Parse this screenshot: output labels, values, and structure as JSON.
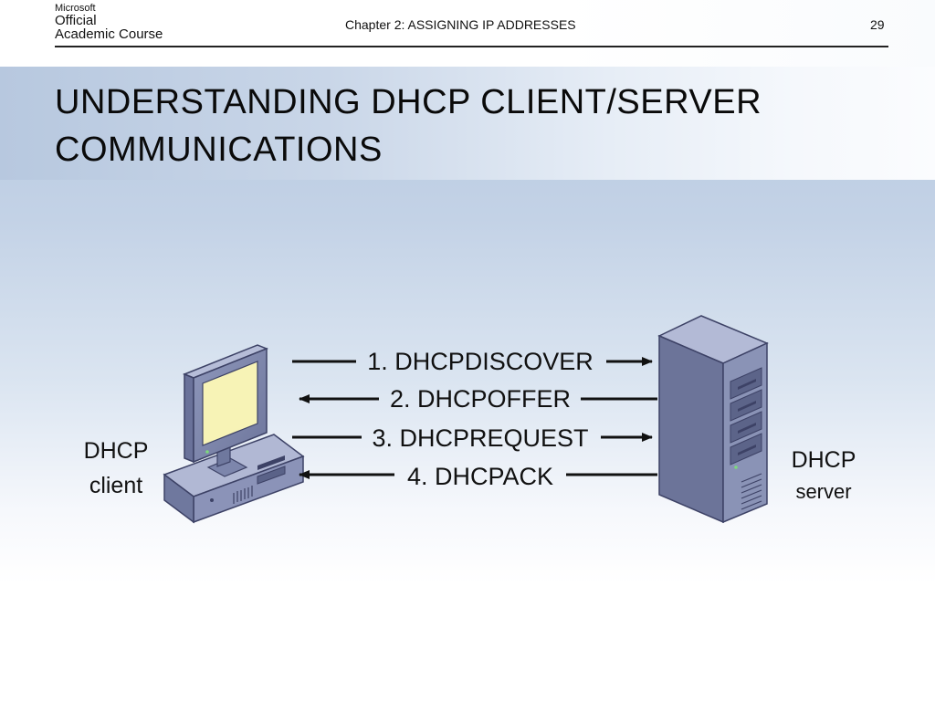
{
  "header": {
    "logo": {
      "line1": "Microsoft",
      "line2": "Official",
      "line3": "Academic Course"
    },
    "chapter": "Chapter 2: ASSIGNING IP ADDRESSES",
    "page_number": "29"
  },
  "slide": {
    "title_line1": "UNDERSTANDING DHCP CLIENT/SERVER",
    "title_line2": "COMMUNICATIONS"
  },
  "diagram": {
    "client": {
      "line1": "DHCP",
      "line2": "client",
      "icon": "desktop-computer-icon"
    },
    "server": {
      "line1": "DHCP",
      "line2": "server",
      "icon": "tower-server-icon"
    },
    "messages": [
      {
        "label": "1. DHCPDISCOVER",
        "direction": "to-server"
      },
      {
        "label": "2. DHCPOFFER",
        "direction": "to-client"
      },
      {
        "label": "3. DHCPREQUEST",
        "direction": "to-server"
      },
      {
        "label": "4. DHCPACK",
        "direction": "to-client"
      }
    ],
    "colors": {
      "arrow": "#111111",
      "screen": "#f7f3b6",
      "device_body": "#8a93b6"
    }
  }
}
